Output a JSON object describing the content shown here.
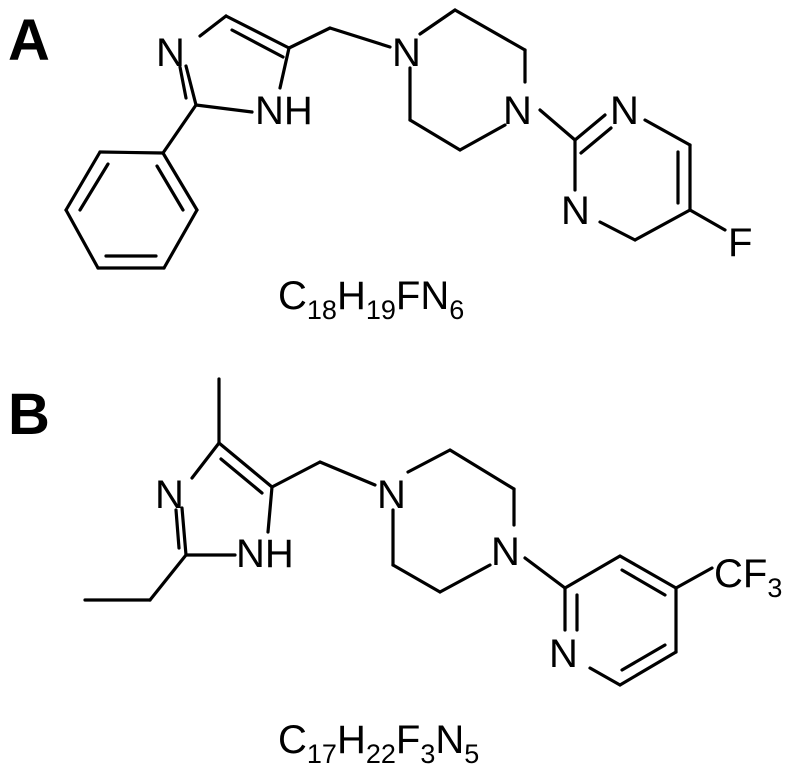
{
  "panels": {
    "a": {
      "label": "A",
      "atoms": {
        "imidazole_n": "N",
        "imidazole_nh": "NH",
        "piperazine_n1": "N",
        "piperazine_n2": "N",
        "pyrimidine_n1": "N",
        "pyrimidine_n2": "N",
        "fluoro": "F"
      },
      "formula": {
        "c": "C",
        "c_n": "18",
        "h": "H",
        "h_n": "19",
        "f": "F",
        "n": "N",
        "n_n": "6"
      }
    },
    "b": {
      "label": "B",
      "atoms": {
        "imidazole_n": "N",
        "imidazole_nh": "NH",
        "piperazine_n1": "N",
        "piperazine_n2": "N",
        "pyridine_n": "N",
        "cf": "CF",
        "cf_n": "3"
      },
      "formula": {
        "c": "C",
        "c_n": "17",
        "h": "H",
        "h_n": "22",
        "f": "F",
        "f_n": "3",
        "n": "N",
        "n_n": "5"
      }
    }
  }
}
